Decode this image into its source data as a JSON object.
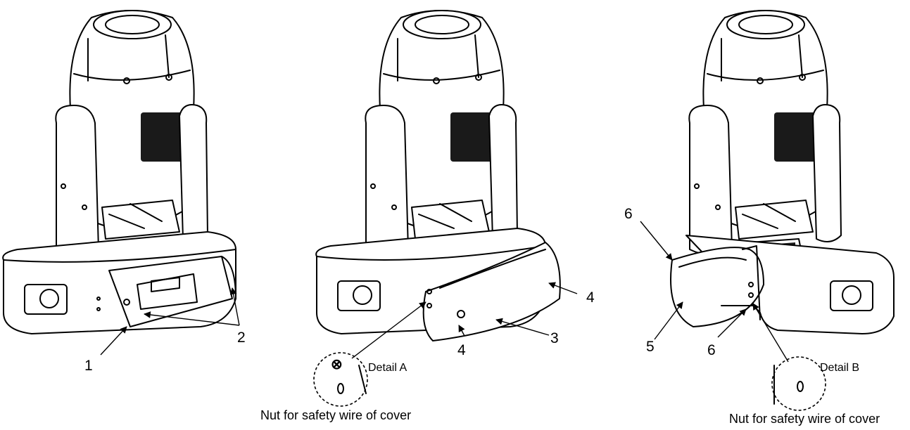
{
  "figure": {
    "callouts": {
      "c1": "1",
      "c2": "2",
      "c3": "3",
      "c4a": "4",
      "c4b": "4",
      "c5": "5",
      "c6a": "6",
      "c6b": "6"
    },
    "details": {
      "detail_a": "Detail A",
      "detail_b": "Detail B"
    },
    "captions": {
      "caption_a": "Nut for safety wire of cover",
      "caption_b": "Nut for safety wire of cover"
    }
  }
}
